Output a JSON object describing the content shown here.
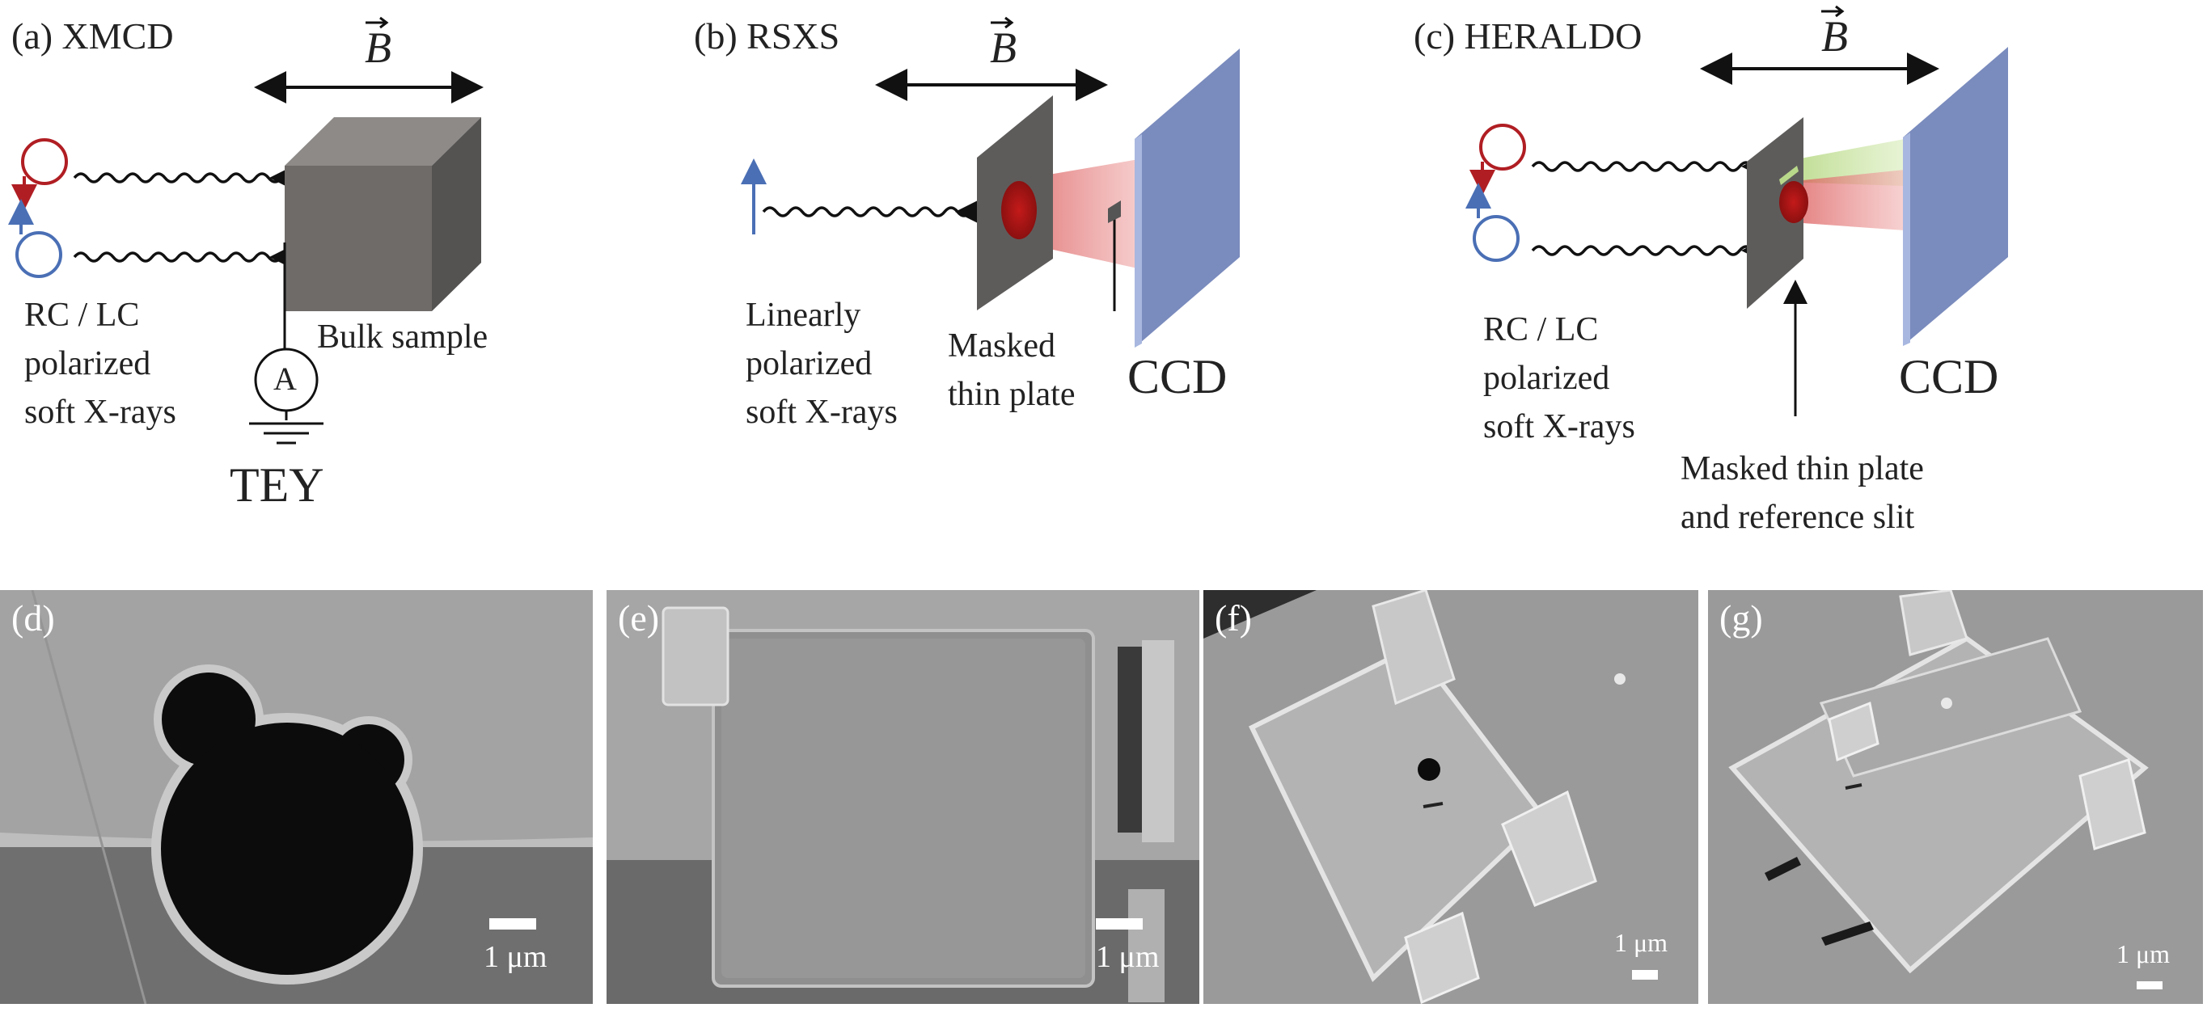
{
  "panel_a": {
    "title": "(a) XMCD",
    "field_label": "B",
    "polarization_label": [
      "RC / LC",
      "polarized",
      "soft X-rays"
    ],
    "sample_label": "Bulk sample",
    "ammeter_symbol": "A",
    "detector_label": "TEY"
  },
  "panel_b": {
    "title": "(b) RSXS",
    "field_label": "B",
    "polarization_label": [
      "Linearly",
      "polarized",
      "soft X-rays"
    ],
    "sample_label": [
      "Masked",
      "thin plate"
    ],
    "detector_label": "CCD"
  },
  "panel_c": {
    "title": "(c) HERALDO",
    "field_label": "B",
    "polarization_label": [
      "RC / LC",
      "polarized",
      "soft X-rays"
    ],
    "sample_label": [
      "Masked thin plate",
      "and reference slit"
    ],
    "detector_label": "CCD"
  },
  "sem_images": [
    {
      "letter": "(d)",
      "scale": "1 μm"
    },
    {
      "letter": "(e)",
      "scale": "1 μm"
    },
    {
      "letter": "(f)",
      "scale": "1 μm"
    },
    {
      "letter": "(g)",
      "scale": "1 μm"
    }
  ],
  "colors": {
    "right_circular": "#b01e23",
    "left_circular": "#4a6fb5",
    "ccd": "#7a8bbd",
    "sample_gray": "#6e6b69",
    "beam_red": "#e88c8c",
    "beam_green": "#b9d98a"
  }
}
